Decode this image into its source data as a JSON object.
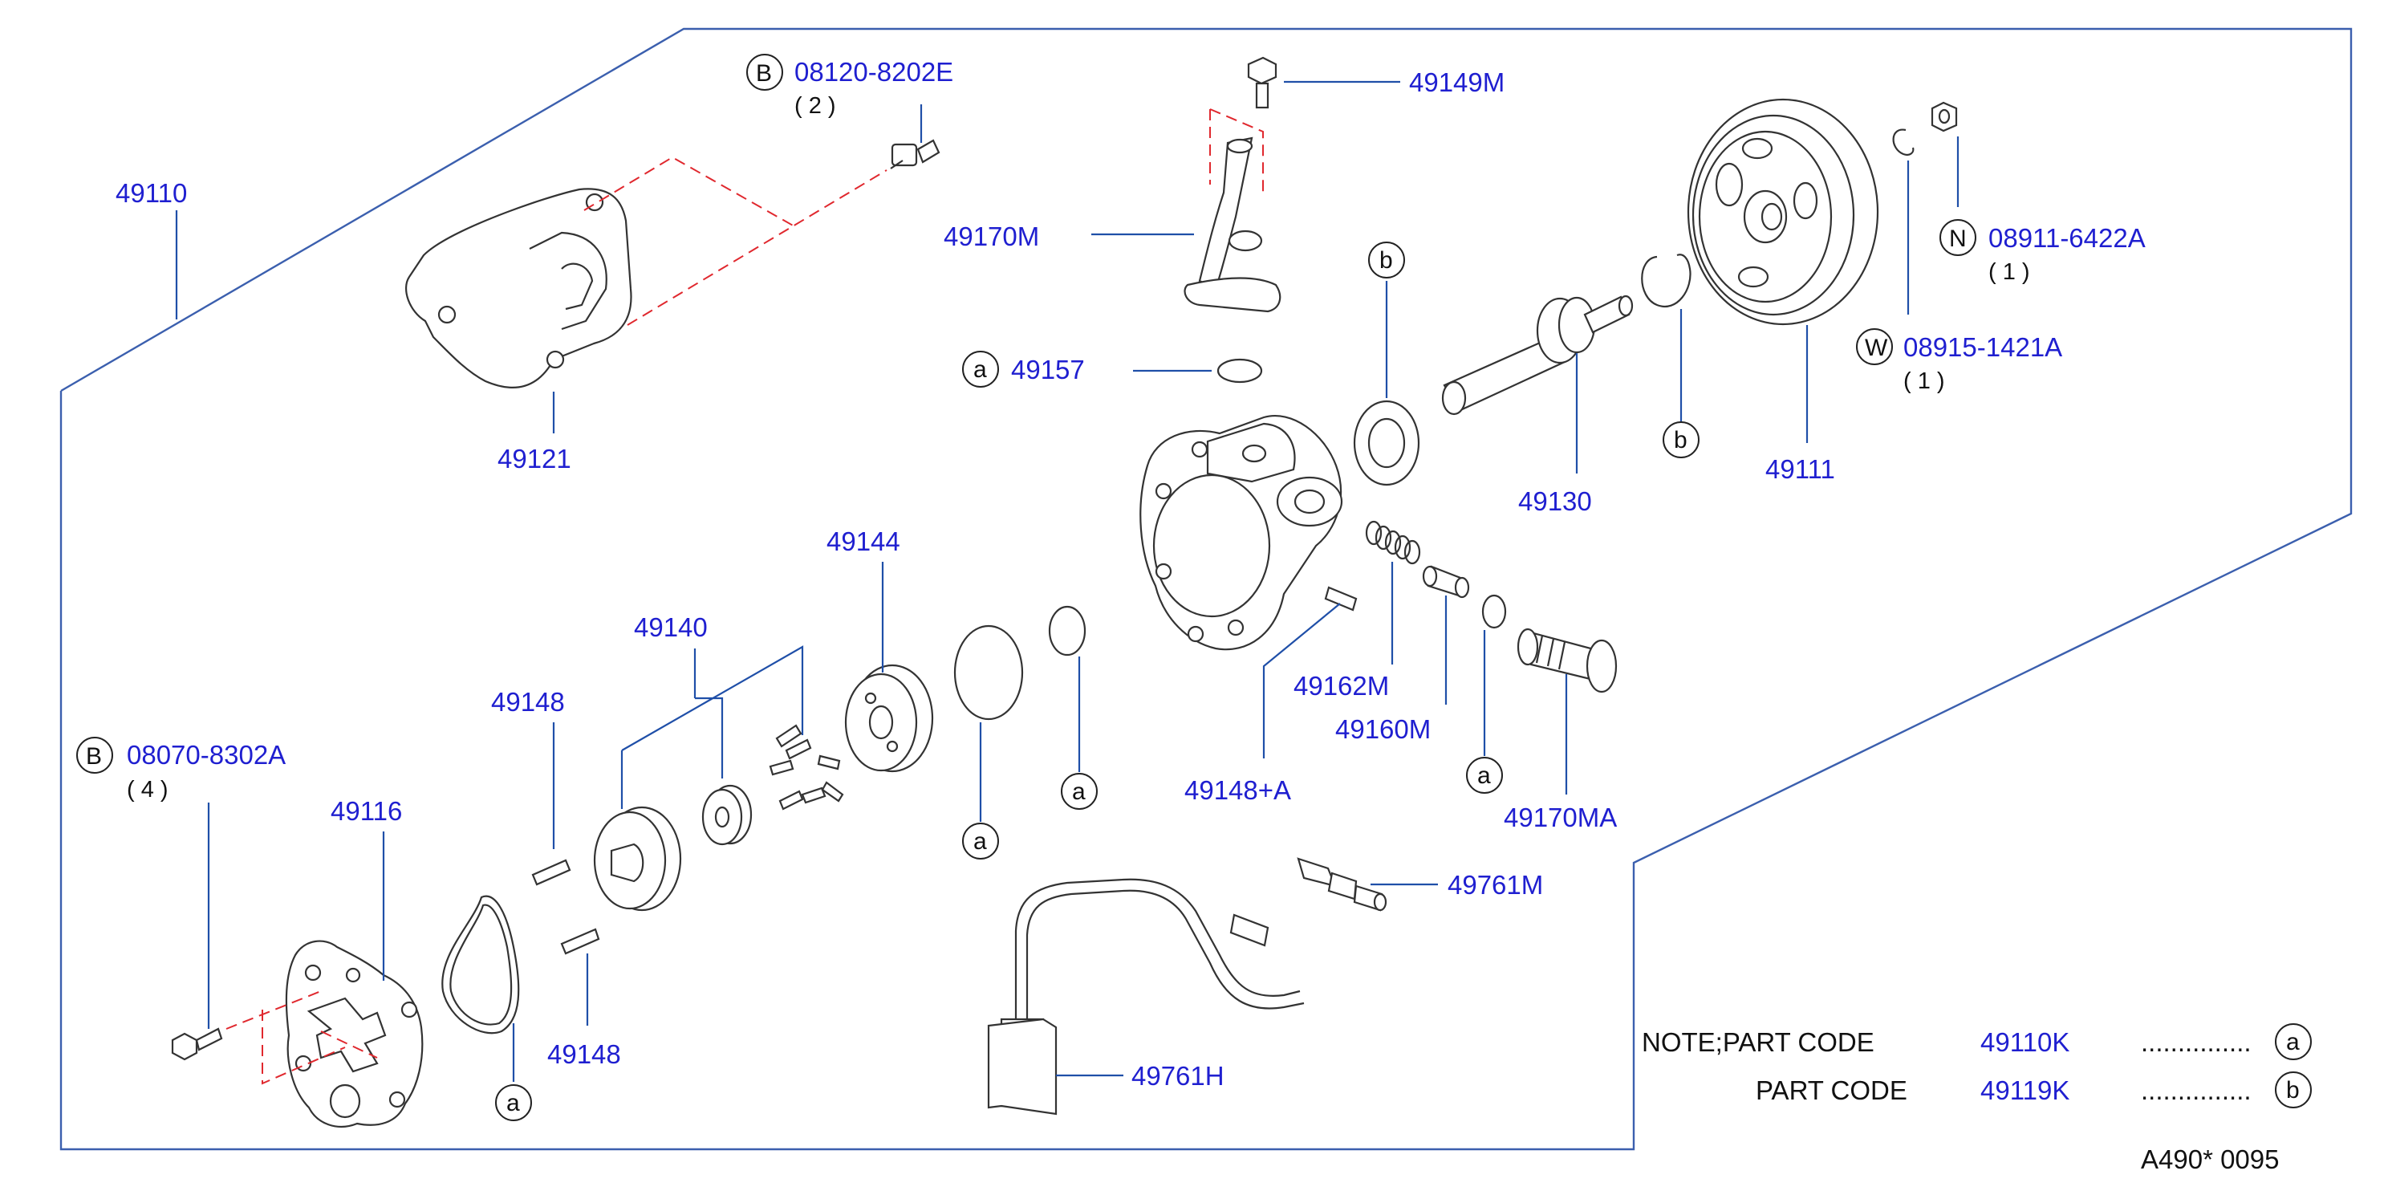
{
  "labels": {
    "p49110": "49110",
    "p49121": "49121",
    "b08120": "08120-8202E",
    "b08120_qty": "( 2 )",
    "p49149M": "49149M",
    "p49170M": "49170M",
    "p49157": "49157",
    "p49111": "49111",
    "n08911": "08911-6422A",
    "n08911_qty": "( 1 )",
    "w08915": "08915-1421A",
    "w08915_qty": "( 1 )",
    "p49130": "49130",
    "p49144": "49144",
    "p49140": "49140",
    "p49148_top": "49148",
    "p49148_bottom": "49148",
    "p49162M": "49162M",
    "p49160M": "49160M",
    "p49148A": "49148+A",
    "p49170MA": "49170MA",
    "b08070": "08070-8302A",
    "b08070_qty": "( 4 )",
    "p49116": "49116",
    "p49761M": "49761M",
    "p49761H": "49761H"
  },
  "markers": {
    "B": "B",
    "N": "N",
    "W": "W",
    "a": "a",
    "b": "b"
  },
  "note": {
    "line1_label": "NOTE;PART   CODE",
    "line1_code": "49110K",
    "line1_dots": "...............",
    "line1_ref": "a",
    "line2_label": "PART   CODE",
    "line2_code": "49119K",
    "line2_dots": "...............",
    "line2_ref": "b"
  },
  "diagram_id": "A490*   0095",
  "colors": {
    "part_number": "#1f1fd0",
    "leader": "#1f4fa8",
    "phantom_line": "#e0282e",
    "drawing": "#333333"
  }
}
